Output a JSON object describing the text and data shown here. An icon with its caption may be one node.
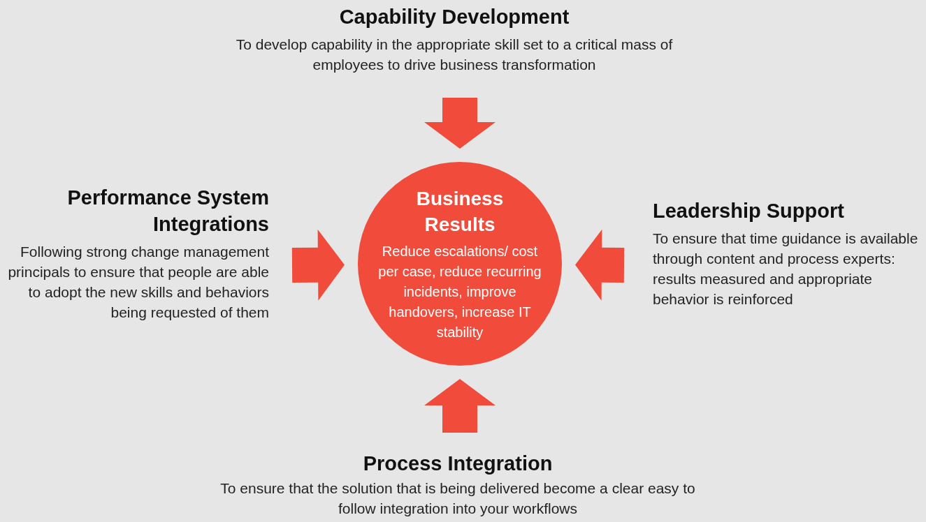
{
  "diagram": {
    "nodes": [
      {
        "text": [
          "Business Results",
          "Reduce escalations/ cost per case, reduce recurring incidents, improve handovers, increase IT stability"
        ]
      },
      {
        "text": [
          "Capability Development",
          "To develop capability in the appropriate skill set to a critical mass of employees to drive business transformation"
        ]
      },
      {
        "text": [
          "Performance System Integrations",
          "Following strong change management principals to ensure that people are able to adopt the new skills and behaviors being requested of them"
        ]
      },
      {
        "text": [
          "Leadership Support",
          "To ensure that time guidance is available through content and process experts: results measured and appropriate behavior is reinforced"
        ]
      },
      {
        "text": [
          "Process Integration",
          "To ensure that the solution that is being delivered become a clear easy to follow integration into your workflows"
        ]
      }
    ],
    "edges": [
      {
        "from": 1,
        "to": 0,
        "arrow": "to"
      },
      {
        "from": 2,
        "to": 0,
        "arrow": "to"
      },
      {
        "from": 3,
        "to": 0,
        "arrow": "to"
      },
      {
        "from": 4,
        "to": 0,
        "arrow": "to"
      }
    ]
  }
}
